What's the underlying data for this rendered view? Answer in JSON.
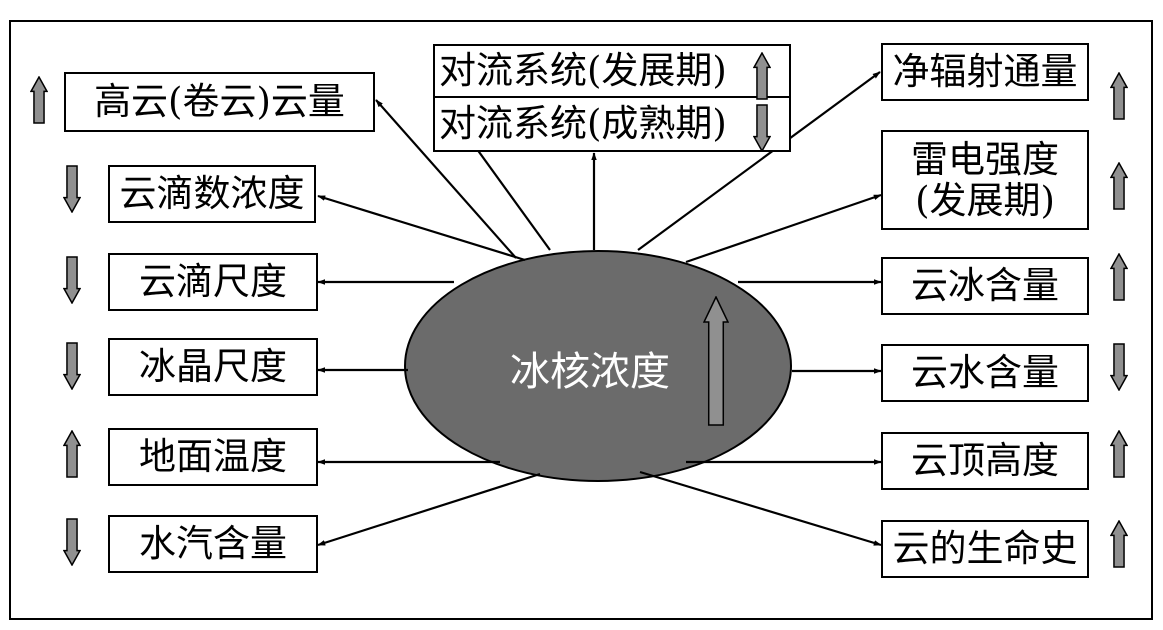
{
  "center": {
    "label": "冰核浓度",
    "fill": "#6b6b6b",
    "direction": "up"
  },
  "indicator_color": "#909090",
  "left_factors": [
    {
      "label": "高云(卷云)云量",
      "direction": "up"
    },
    {
      "label": "云滴数浓度",
      "direction": "down"
    },
    {
      "label": "云滴尺度",
      "direction": "down"
    },
    {
      "label": "冰晶尺度",
      "direction": "down"
    },
    {
      "label": "地面温度",
      "direction": "up"
    },
    {
      "label": "水汽含量",
      "direction": "down"
    }
  ],
  "top_factor": [
    {
      "label": "对流系统(发展期)",
      "direction": "up"
    },
    {
      "label": "对流系统(成熟期)",
      "direction": "down"
    }
  ],
  "right_factors": [
    {
      "label": "净辐射通量",
      "direction": "up"
    },
    {
      "lines": [
        "雷电强度",
        "(发展期)"
      ],
      "direction": "up"
    },
    {
      "label": "云冰含量",
      "direction": "up"
    },
    {
      "label": "云水含量",
      "direction": "down"
    },
    {
      "label": "云顶高度",
      "direction": "up"
    },
    {
      "label": "云的生命史",
      "direction": "up"
    }
  ]
}
